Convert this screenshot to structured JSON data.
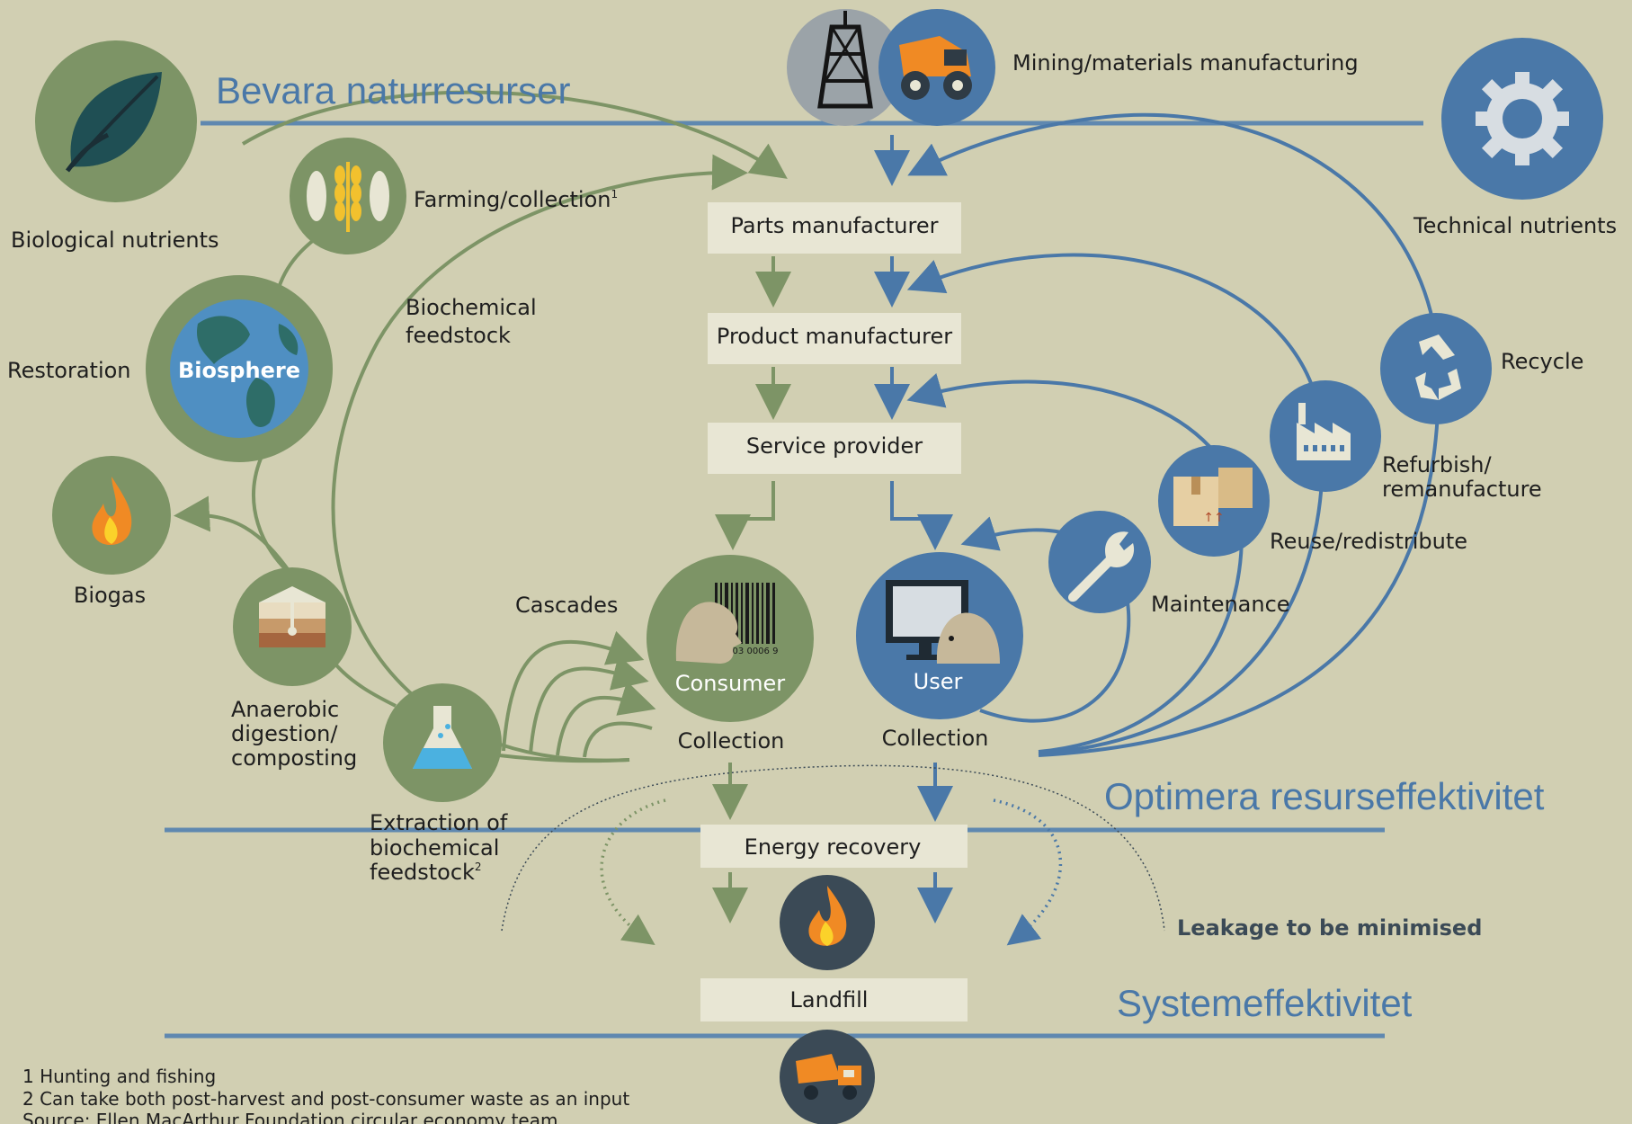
{
  "headings": {
    "bevara": "Bevara naturresurser",
    "optimera": "Optimera resurseffektivitet",
    "system": "Systemeffektivitet"
  },
  "top": {
    "mining": "Mining/materials manufacturing"
  },
  "left": {
    "biological_nutrients": "Biological nutrients",
    "farming": "Farming/collection",
    "farming_sup": "1",
    "biochemical_feedstock_line1": "Biochemical",
    "biochemical_feedstock_line2": "feedstock",
    "restoration": "Restoration",
    "biosphere": "Biosphere",
    "biogas": "Biogas",
    "anaerobic_line1": "Anaerobic",
    "anaerobic_line2": "digestion/",
    "anaerobic_line3": "composting",
    "extraction_line1": "Extraction of",
    "extraction_line2": "biochemical",
    "extraction_line3": "feedstock",
    "extraction_sup": "2",
    "cascades": "Cascades"
  },
  "center": {
    "parts_manufacturer": "Parts manufacturer",
    "product_manufacturer": "Product manufacturer",
    "service_provider": "Service provider",
    "consumer": "Consumer",
    "user": "User",
    "collection_left": "Collection",
    "collection_right": "Collection",
    "energy_recovery": "Energy recovery",
    "landfill": "Landfill",
    "barcode_digits": "03 0006 9"
  },
  "right": {
    "technical_nutrients": "Technical nutrients",
    "recycle": "Recycle",
    "refurbish_line1": "Refurbish/",
    "refurbish_line2": "remanufacture",
    "reuse": "Reuse/redistribute",
    "maintenance": "Maintenance",
    "leakage": "Leakage to be minimised"
  },
  "footnotes": {
    "note1": "1 Hunting and fishing",
    "note2": "2 Can take both post-harvest and post-consumer waste as an input",
    "source": "Source: Ellen MacArthur Foundation circular economy team"
  },
  "colors": {
    "background": "#d1cfb2",
    "green": "#7d9466",
    "blue": "#4a78a8",
    "heading": "#4a78a8",
    "box": "#e8e6d4",
    "dark": "#3b4a56",
    "orange": "#f08a24"
  }
}
